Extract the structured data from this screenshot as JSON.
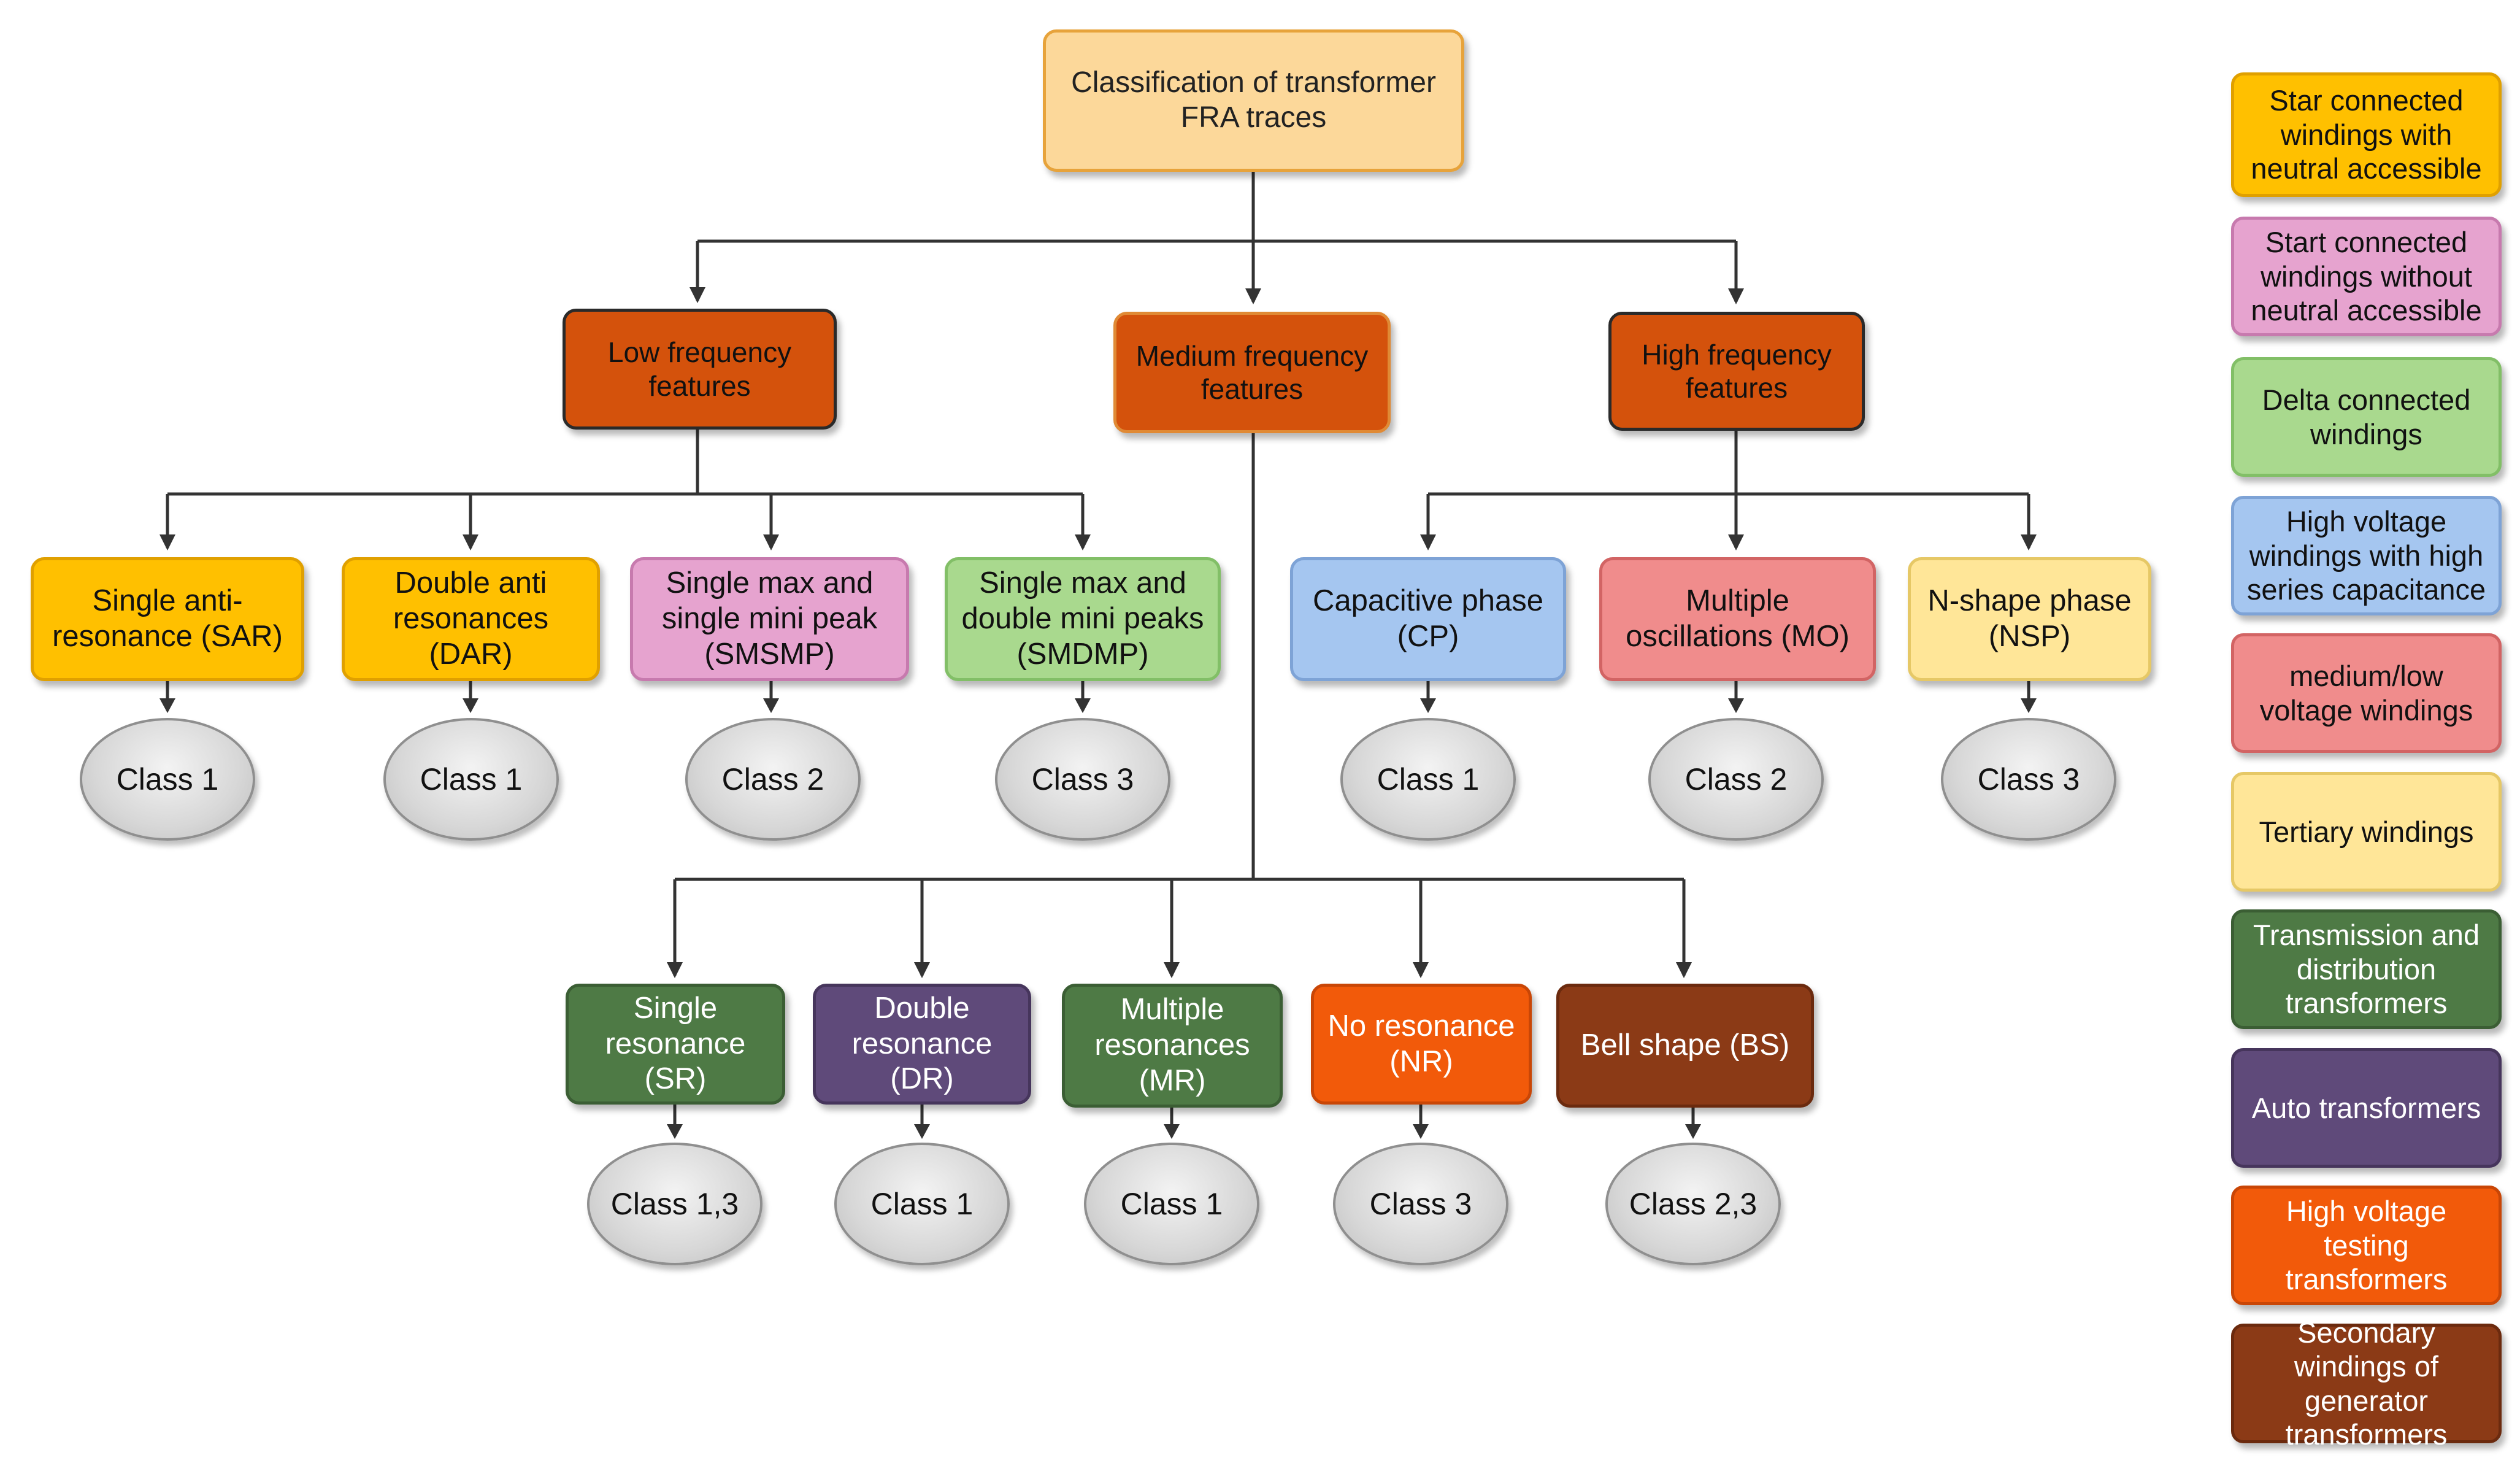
{
  "root": {
    "label": "Classification of transformer FRA traces"
  },
  "level1": [
    {
      "label": "Low frequency features"
    },
    {
      "label": "Medium frequency features"
    },
    {
      "label": "High frequency features"
    }
  ],
  "low": [
    {
      "label": "Single anti-resonance (SAR)",
      "class": "Class 1"
    },
    {
      "label": "Double anti resonances (DAR)",
      "class": "Class 1"
    },
    {
      "label": "Single max and single mini peak (SMSMP)",
      "class": "Class 2"
    },
    {
      "label": "Single max and double mini peaks (SMDMP)",
      "class": "Class 3"
    }
  ],
  "high": [
    {
      "label": "Capacitive phase (CP)",
      "class": "Class 1"
    },
    {
      "label": "Multiple oscillations (MO)",
      "class": "Class 2"
    },
    {
      "label": "N-shape phase (NSP)",
      "class": "Class 3"
    }
  ],
  "medium": [
    {
      "label": "Single resonance (SR)",
      "class": "Class 1,3"
    },
    {
      "label": "Double resonance (DR)",
      "class": "Class 1"
    },
    {
      "label": "Multiple resonances (MR)",
      "class": "Class 1"
    },
    {
      "label": "No resonance (NR)",
      "class": "Class 3"
    },
    {
      "label": "Bell shape (BS)",
      "class": "Class 2,3"
    }
  ],
  "legend": [
    {
      "label": "Star connected windings with neutral accessible",
      "color": "#FFC000"
    },
    {
      "label": "Start connected windings without neutral accessible",
      "color": "#E6A3CF"
    },
    {
      "label": "Delta connected windings",
      "color": "#A9D98E"
    },
    {
      "label": "High voltage windings with high series capacitance",
      "color": "#A5C6F0"
    },
    {
      "label": "medium/low voltage windings",
      "color": "#F08C8C"
    },
    {
      "label": "Tertiary windings",
      "color": "#FFE698"
    },
    {
      "label": "Transmission and distribution transformers",
      "color": "#4E7A45"
    },
    {
      "label": "Auto transformers",
      "color": "#5F4A7A"
    },
    {
      "label": "High voltage testing transformers",
      "color": "#F25A0A"
    },
    {
      "label": "Secondary windings of generator transformers",
      "color": "#8B3A16"
    }
  ],
  "colors": {
    "root": "#FCD89A",
    "level1": "#D4520C",
    "connector": "#333333"
  }
}
